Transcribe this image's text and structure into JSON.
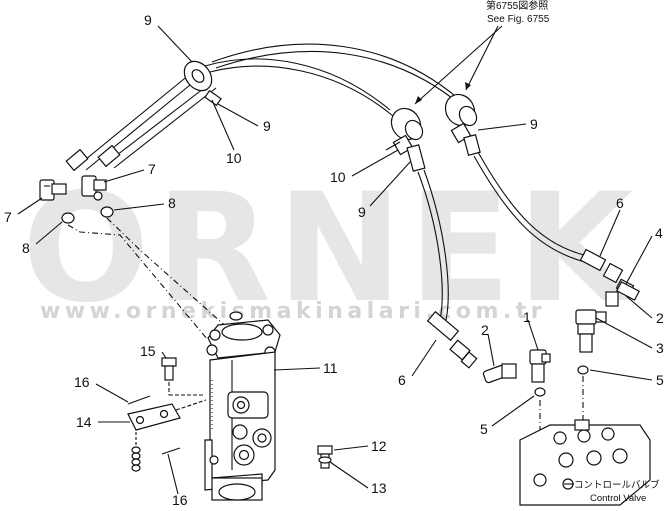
{
  "watermark": {
    "brand": "ORNEK",
    "url": "www.ornekismakinalari.com.tr",
    "color": "#d2d2d2"
  },
  "reference": {
    "japanese": "第6755図参照",
    "english": "See Fig. 6755"
  },
  "control_valve": {
    "japanese": "コントロールバルブ",
    "english": "Control Valve"
  },
  "callouts": [
    {
      "id": "c-9-top",
      "text": "9"
    },
    {
      "id": "c-9-mid",
      "text": "9"
    },
    {
      "id": "c-10-left",
      "text": "10"
    },
    {
      "id": "c-7-right",
      "text": "7"
    },
    {
      "id": "c-7-left",
      "text": "7"
    },
    {
      "id": "c-8-left",
      "text": "8"
    },
    {
      "id": "c-8-right",
      "text": "8"
    },
    {
      "id": "c-10-center",
      "text": "10"
    },
    {
      "id": "c-9-center",
      "text": "9"
    },
    {
      "id": "c-9-right",
      "text": "9"
    },
    {
      "id": "c-6-top",
      "text": "6"
    },
    {
      "id": "c-4",
      "text": "4"
    },
    {
      "id": "c-2-right",
      "text": "2"
    },
    {
      "id": "c-3",
      "text": "3"
    },
    {
      "id": "c-5-right",
      "text": "5"
    },
    {
      "id": "c-1",
      "text": "1"
    },
    {
      "id": "c-2-center",
      "text": "2"
    },
    {
      "id": "c-6-bottom",
      "text": "6"
    },
    {
      "id": "c-5-bottom",
      "text": "5"
    },
    {
      "id": "c-11",
      "text": "11"
    },
    {
      "id": "c-15",
      "text": "15"
    },
    {
      "id": "c-16-top",
      "text": "16"
    },
    {
      "id": "c-14",
      "text": "14"
    },
    {
      "id": "c-16-bottom",
      "text": "16"
    },
    {
      "id": "c-12",
      "text": "12"
    },
    {
      "id": "c-13",
      "text": "13"
    }
  ]
}
